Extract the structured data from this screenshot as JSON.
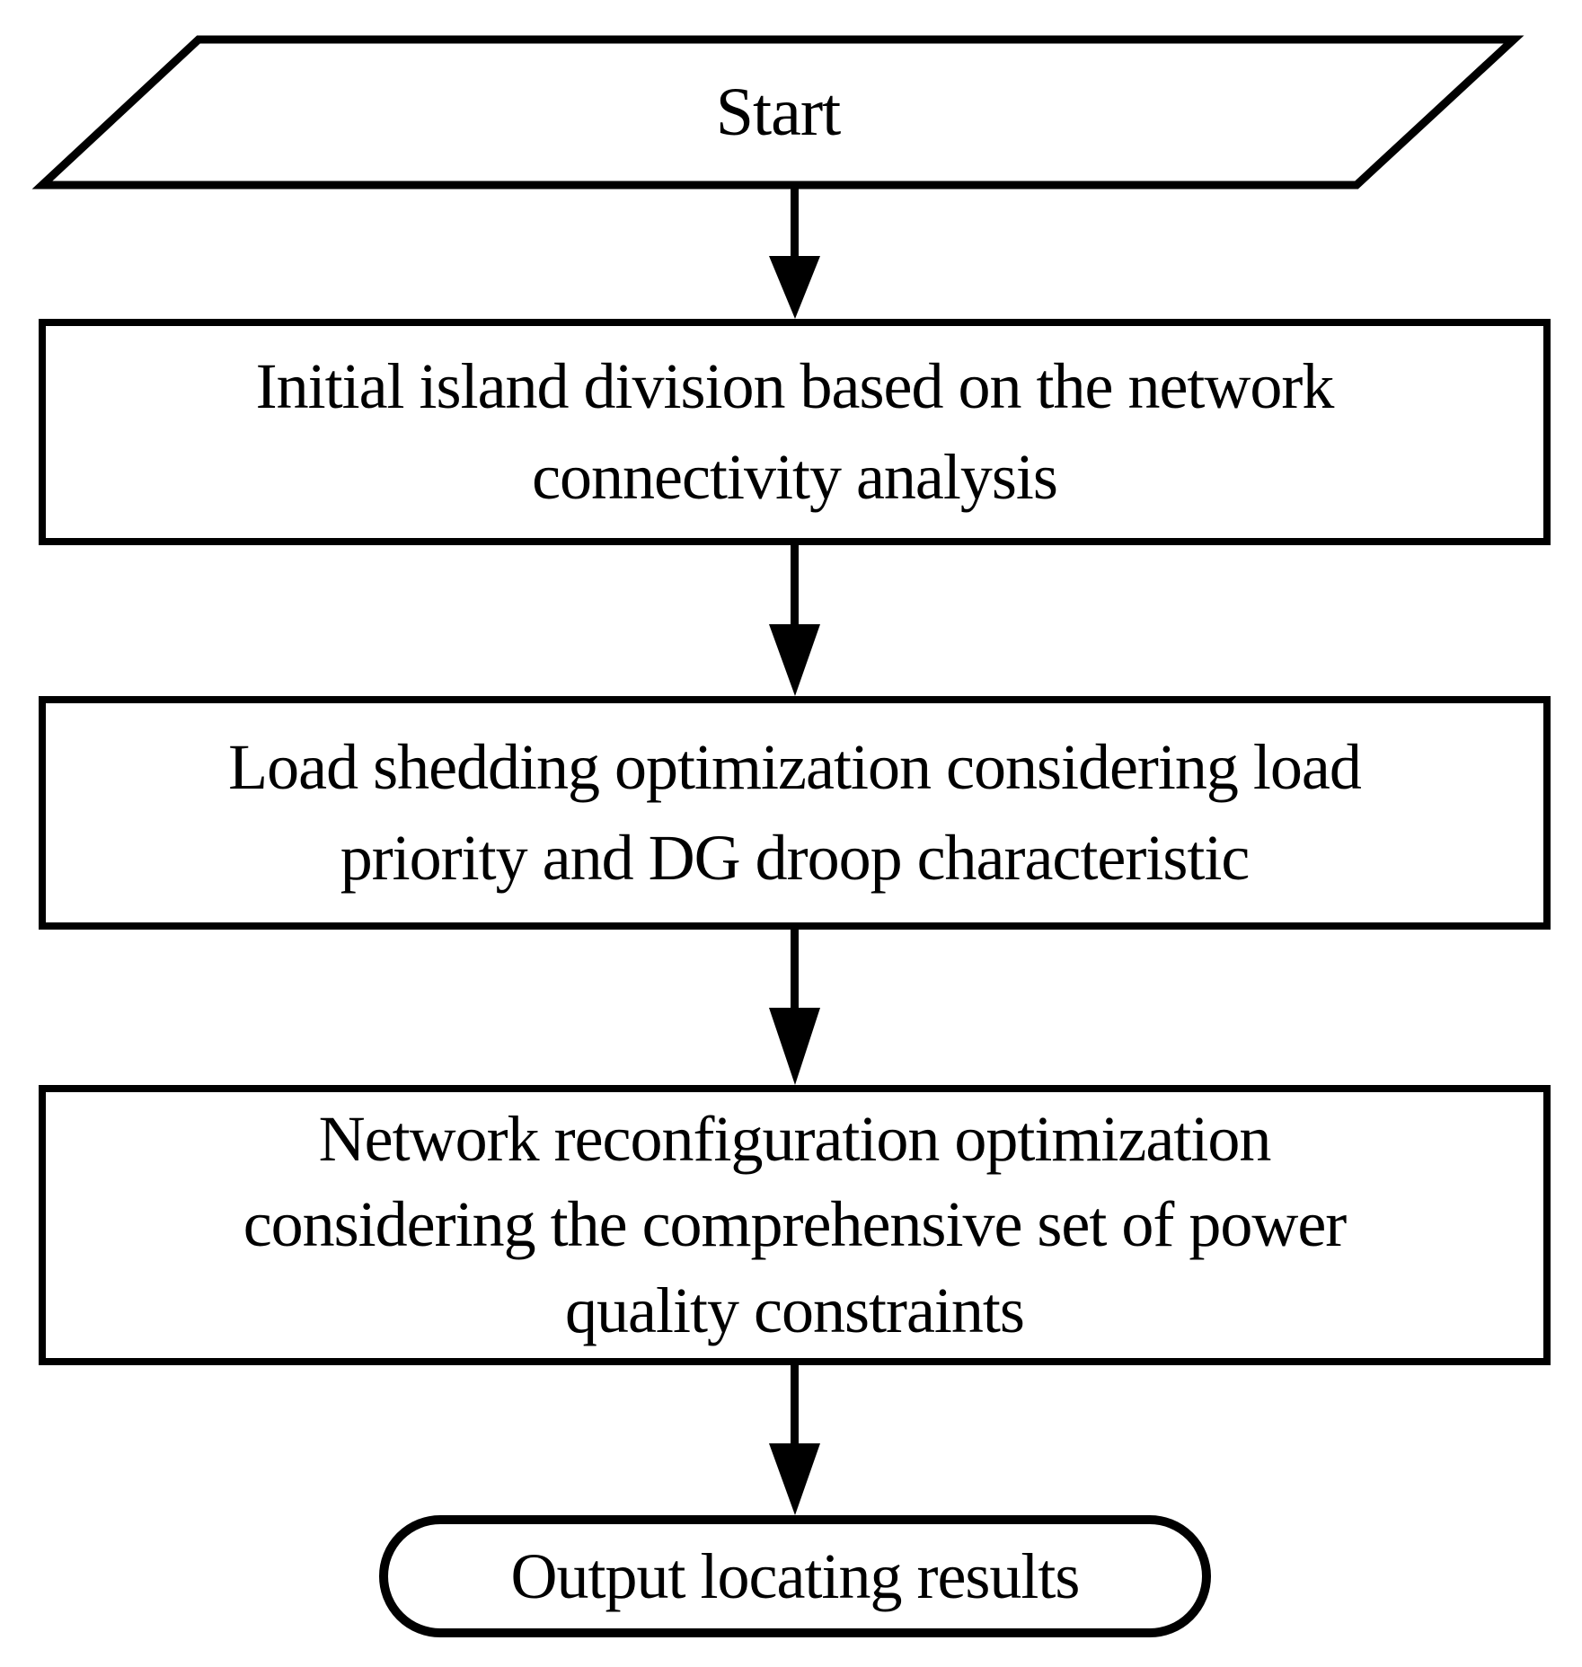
{
  "flowchart": {
    "colors": {
      "background": "#ffffff",
      "stroke": "#000000",
      "text": "#000000"
    },
    "nodes": [
      {
        "id": "start",
        "shape": "parallelogram",
        "label": "Start",
        "lines": [
          "Start"
        ]
      },
      {
        "id": "step1",
        "shape": "rectangle",
        "label": "Initial island division based on the network connectivity analysis",
        "lines": [
          "Initial island division based on the network",
          "connectivity analysis"
        ]
      },
      {
        "id": "step2",
        "shape": "rectangle",
        "label": "Load shedding optimization considering load priority and DG droop characteristic",
        "lines": [
          "Load shedding optimization considering load",
          "priority and DG droop characteristic"
        ]
      },
      {
        "id": "step3",
        "shape": "rectangle",
        "label": "Network reconfiguration optimization considering the comprehensive set of power quality constraints",
        "lines": [
          "Network reconfiguration optimization",
          "considering the comprehensive set of power",
          "quality constraints"
        ]
      },
      {
        "id": "end",
        "shape": "ellipse",
        "label": "Output locating results",
        "lines": [
          "Output locating results"
        ]
      }
    ],
    "connectors": [
      {
        "from": "start",
        "to": "step1",
        "direction": "down"
      },
      {
        "from": "step1",
        "to": "step2",
        "direction": "down"
      },
      {
        "from": "step2",
        "to": "step3",
        "direction": "down"
      },
      {
        "from": "step3",
        "to": "end",
        "direction": "down"
      }
    ]
  }
}
